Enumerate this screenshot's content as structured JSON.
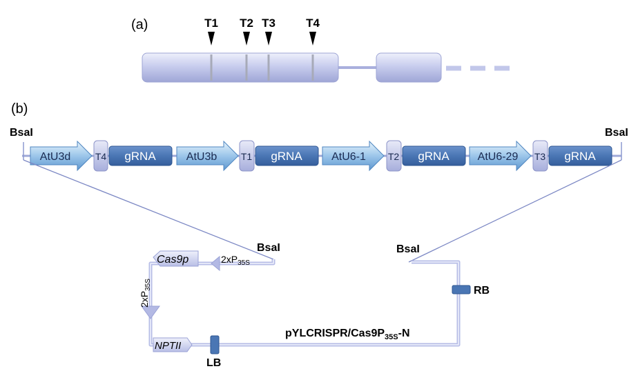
{
  "panel_a": {
    "label": "(a)",
    "targets": [
      "T1",
      "T2",
      "T3",
      "T4"
    ]
  },
  "panel_b": {
    "label": "(b)",
    "site_left": "BsaI",
    "site_right": "BsaI",
    "cassette": {
      "promoters": [
        "AtU3d",
        "AtU3b",
        "AtU6-1",
        "AtU6-29"
      ],
      "targets": [
        "T4",
        "T1",
        "T2",
        "T3"
      ],
      "grna": "gRNA"
    },
    "vector": {
      "bsai_left": "BsaI",
      "bsai_right": "BsaI",
      "cas9p": "Cas9p",
      "promoter_top": "2xP",
      "promoter_top_sub": "35S",
      "promoter_left": "2xP",
      "promoter_left_sub": "35S",
      "nptii": "NPTII",
      "lb": "LB",
      "rb": "RB",
      "name_main": "pYLCRISPR/Cas9P",
      "name_sub": "35S",
      "name_tail": "-N"
    }
  },
  "colors": {
    "exon_light": "#e3e6f7",
    "exon_dark": "#a9afdd",
    "promoter_light": "#d6eaf8",
    "promoter_dark": "#6aa2d6",
    "grna": "#4a76b4",
    "line": "#8d9ad0",
    "target_box": "#bcc2e6"
  }
}
